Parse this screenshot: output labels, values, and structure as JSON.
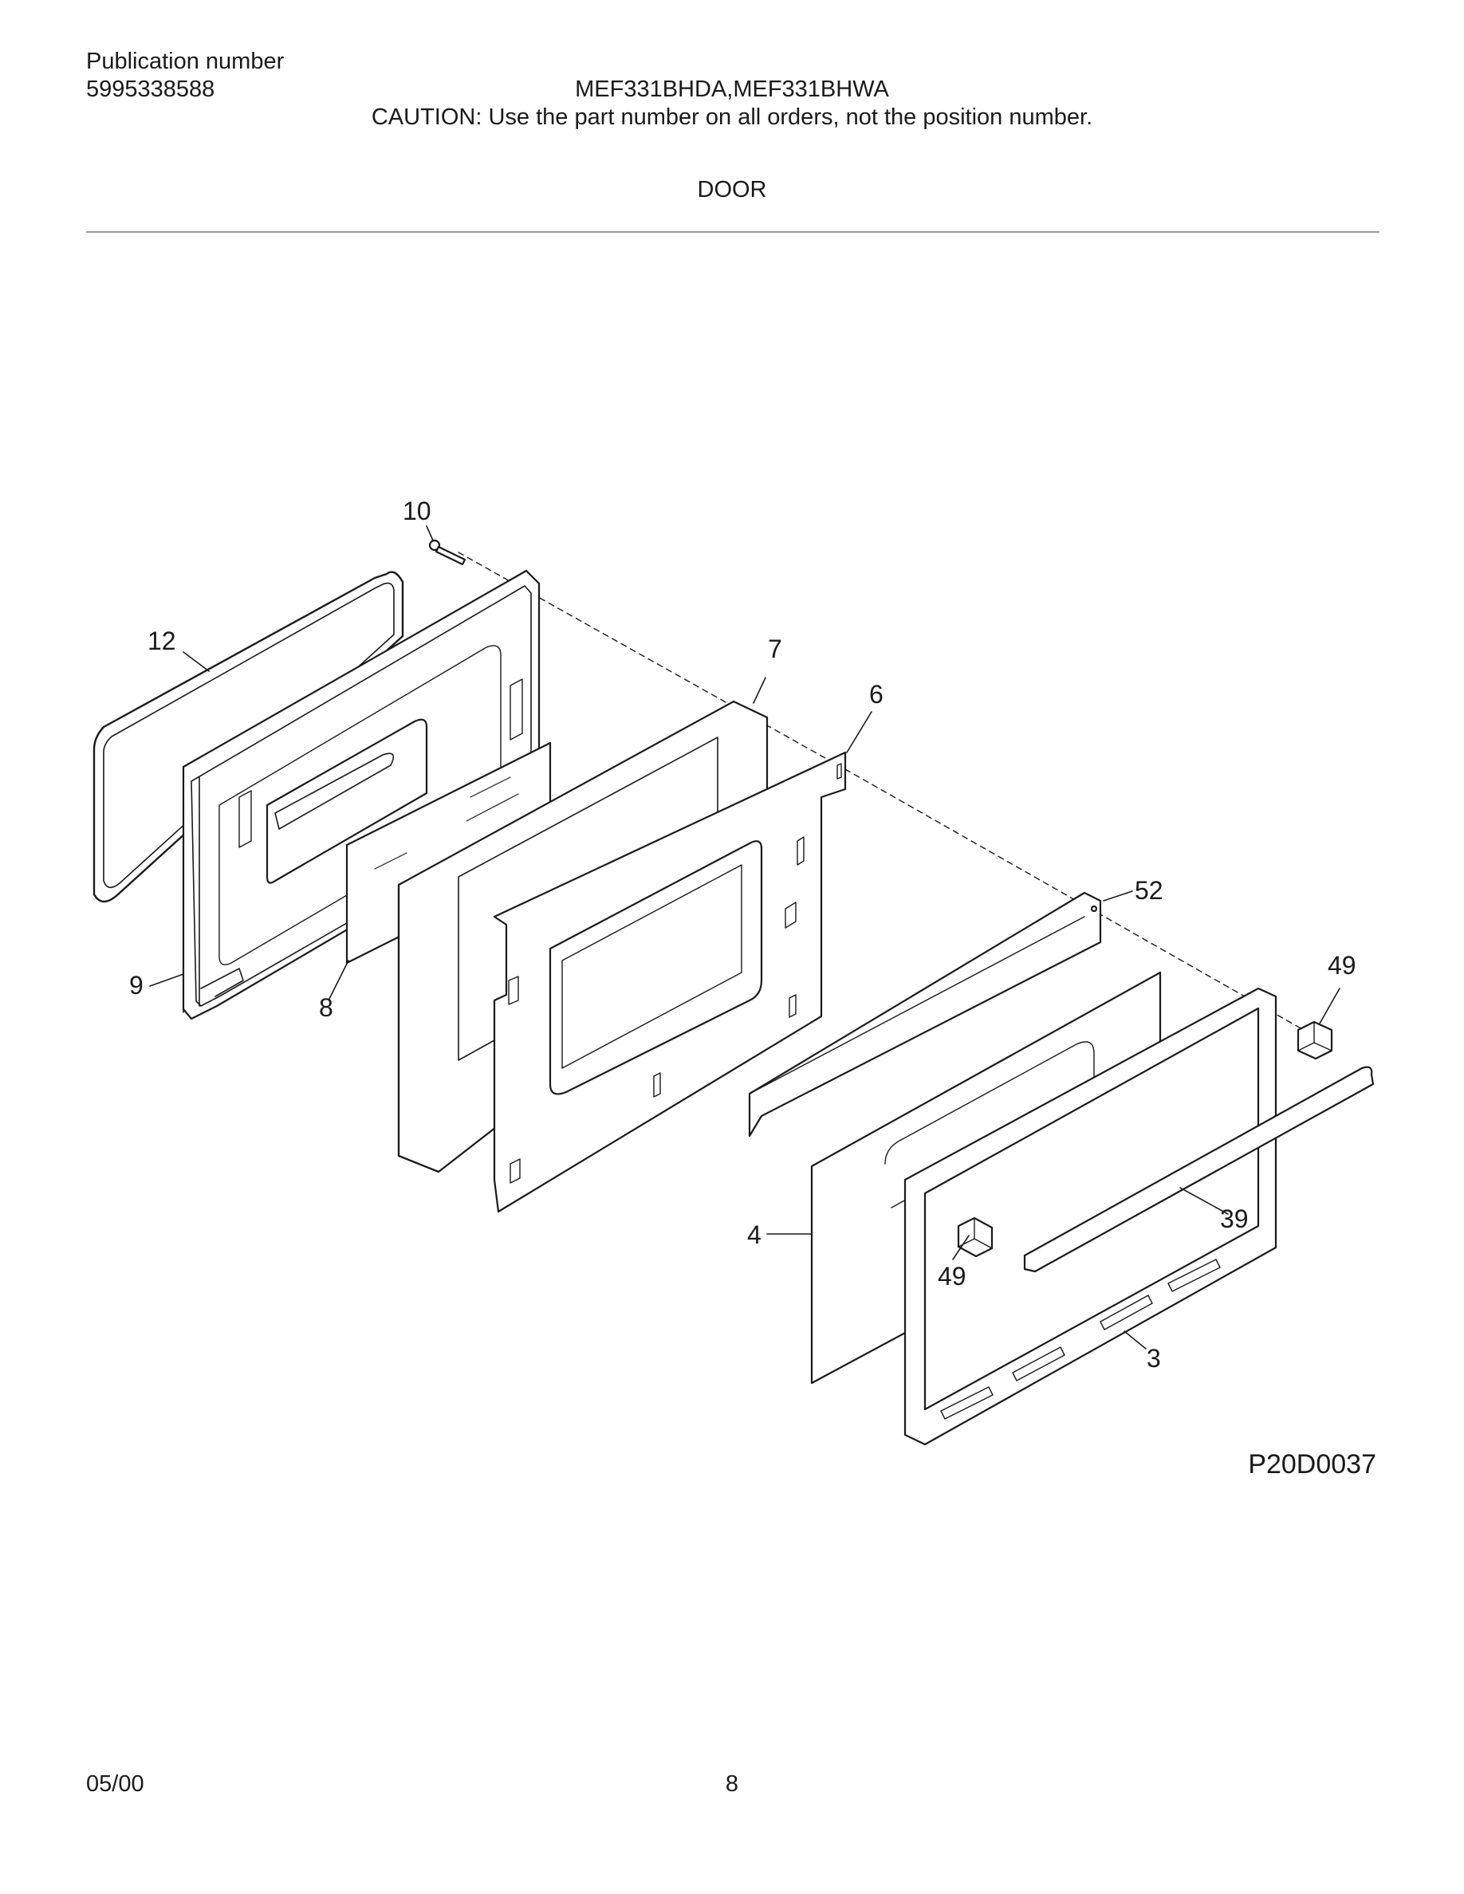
{
  "header": {
    "publication_label": "Publication number",
    "publication_number": "5995338588",
    "models": "MEF331BHDA,MEF331BHWA",
    "caution": "CAUTION:  Use the part number on all orders, not the position number.",
    "section_title": "DOOR"
  },
  "diagram": {
    "figure_code": "P20D0037",
    "callouts": [
      {
        "id": "c10",
        "label": "10"
      },
      {
        "id": "c12",
        "label": "12"
      },
      {
        "id": "c7",
        "label": "7"
      },
      {
        "id": "c6",
        "label": "6"
      },
      {
        "id": "c52",
        "label": "52"
      },
      {
        "id": "c49a",
        "label": "49"
      },
      {
        "id": "c9",
        "label": "9"
      },
      {
        "id": "c8",
        "label": "8"
      },
      {
        "id": "c39",
        "label": "39"
      },
      {
        "id": "c4",
        "label": "4"
      },
      {
        "id": "c49b",
        "label": "49"
      },
      {
        "id": "c3",
        "label": "3"
      }
    ]
  },
  "footer": {
    "date": "05/00",
    "page_number": "8"
  },
  "colors": {
    "line": "#1a1a1a",
    "rule": "#9a9a9a",
    "fill": "#ffffff"
  }
}
